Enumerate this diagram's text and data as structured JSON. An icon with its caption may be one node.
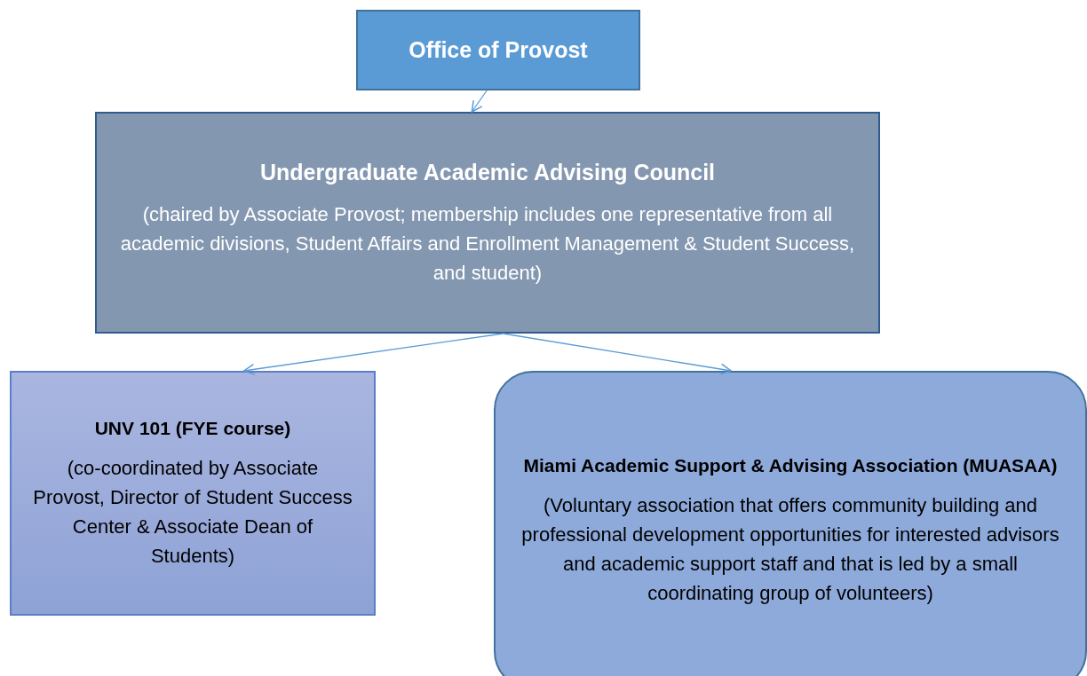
{
  "diagram": {
    "nodes": [
      {
        "text": [
          "Office of Provost"
        ]
      },
      {
        "text": [
          "Undergraduate Academic Advising Council",
          "(chaired by Associate Provost; membership includes one representative from all academic divisions, Student Affairs and Enrollment Management & Student Success, and student)"
        ]
      },
      {
        "text": [
          "UNV 101 (FYE course)",
          "(co-coordinated by Associate Provost, Director of Student Success Center & Associate Dean of Students)"
        ]
      },
      {
        "text": [
          "Miami Academic Support & Advising Association (MUASAA)",
          "(Voluntary association that offers community building and professional development opportunities for interested advisors and academic support staff and that is led by a small coordinating group of volunteers)"
        ]
      }
    ],
    "edges": [
      {
        "from": 0,
        "to": 1,
        "arrow": "to"
      },
      {
        "from": 1,
        "to": 2,
        "arrow": "to"
      },
      {
        "from": 1,
        "to": 3,
        "arrow": "to"
      }
    ]
  }
}
